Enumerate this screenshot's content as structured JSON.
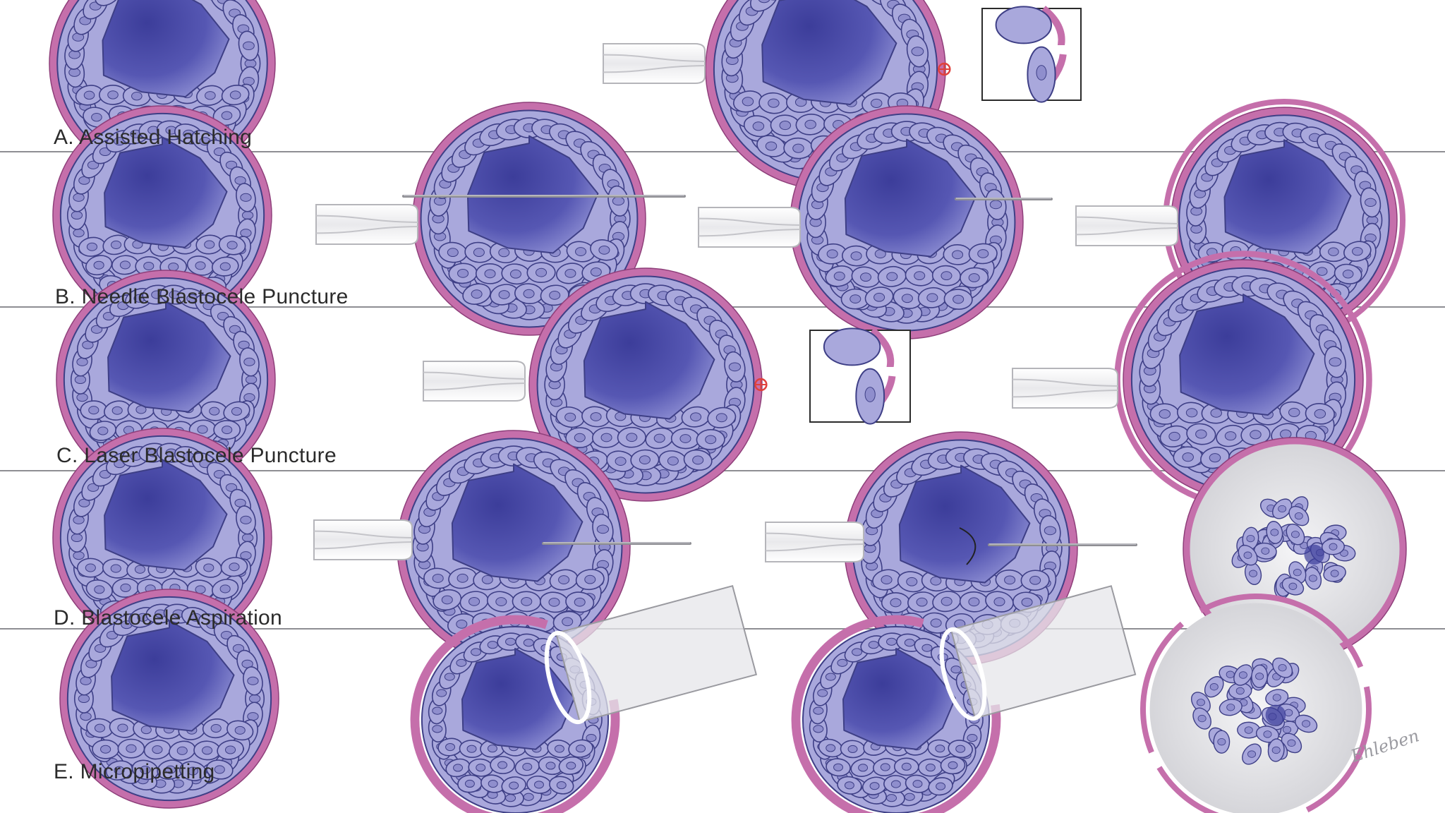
{
  "figure": {
    "panels": [
      {
        "id": "A",
        "label": "A. Assisted Hatching"
      },
      {
        "id": "B",
        "label": "B. Needle Blastocele Puncture"
      },
      {
        "id": "C",
        "label": "C. Laser Blastocele Puncture"
      },
      {
        "id": "D",
        "label": "D. Blastocele Aspiration"
      },
      {
        "id": "E",
        "label": "E. Micropipetting"
      }
    ],
    "signature": "Ehleben"
  },
  "colors": {
    "zona": "#c56fab",
    "zona_edge": "#8e3f7a",
    "cell_fill": "#a9a8dc",
    "cell_edge": "#3e3f86",
    "cavity_dark": "#3c3d9a",
    "cavity_light": "#9fa0dd",
    "nucleus": "#8f8ecd",
    "laser_mark": "#e0413c",
    "divider": "#8e8e93"
  }
}
